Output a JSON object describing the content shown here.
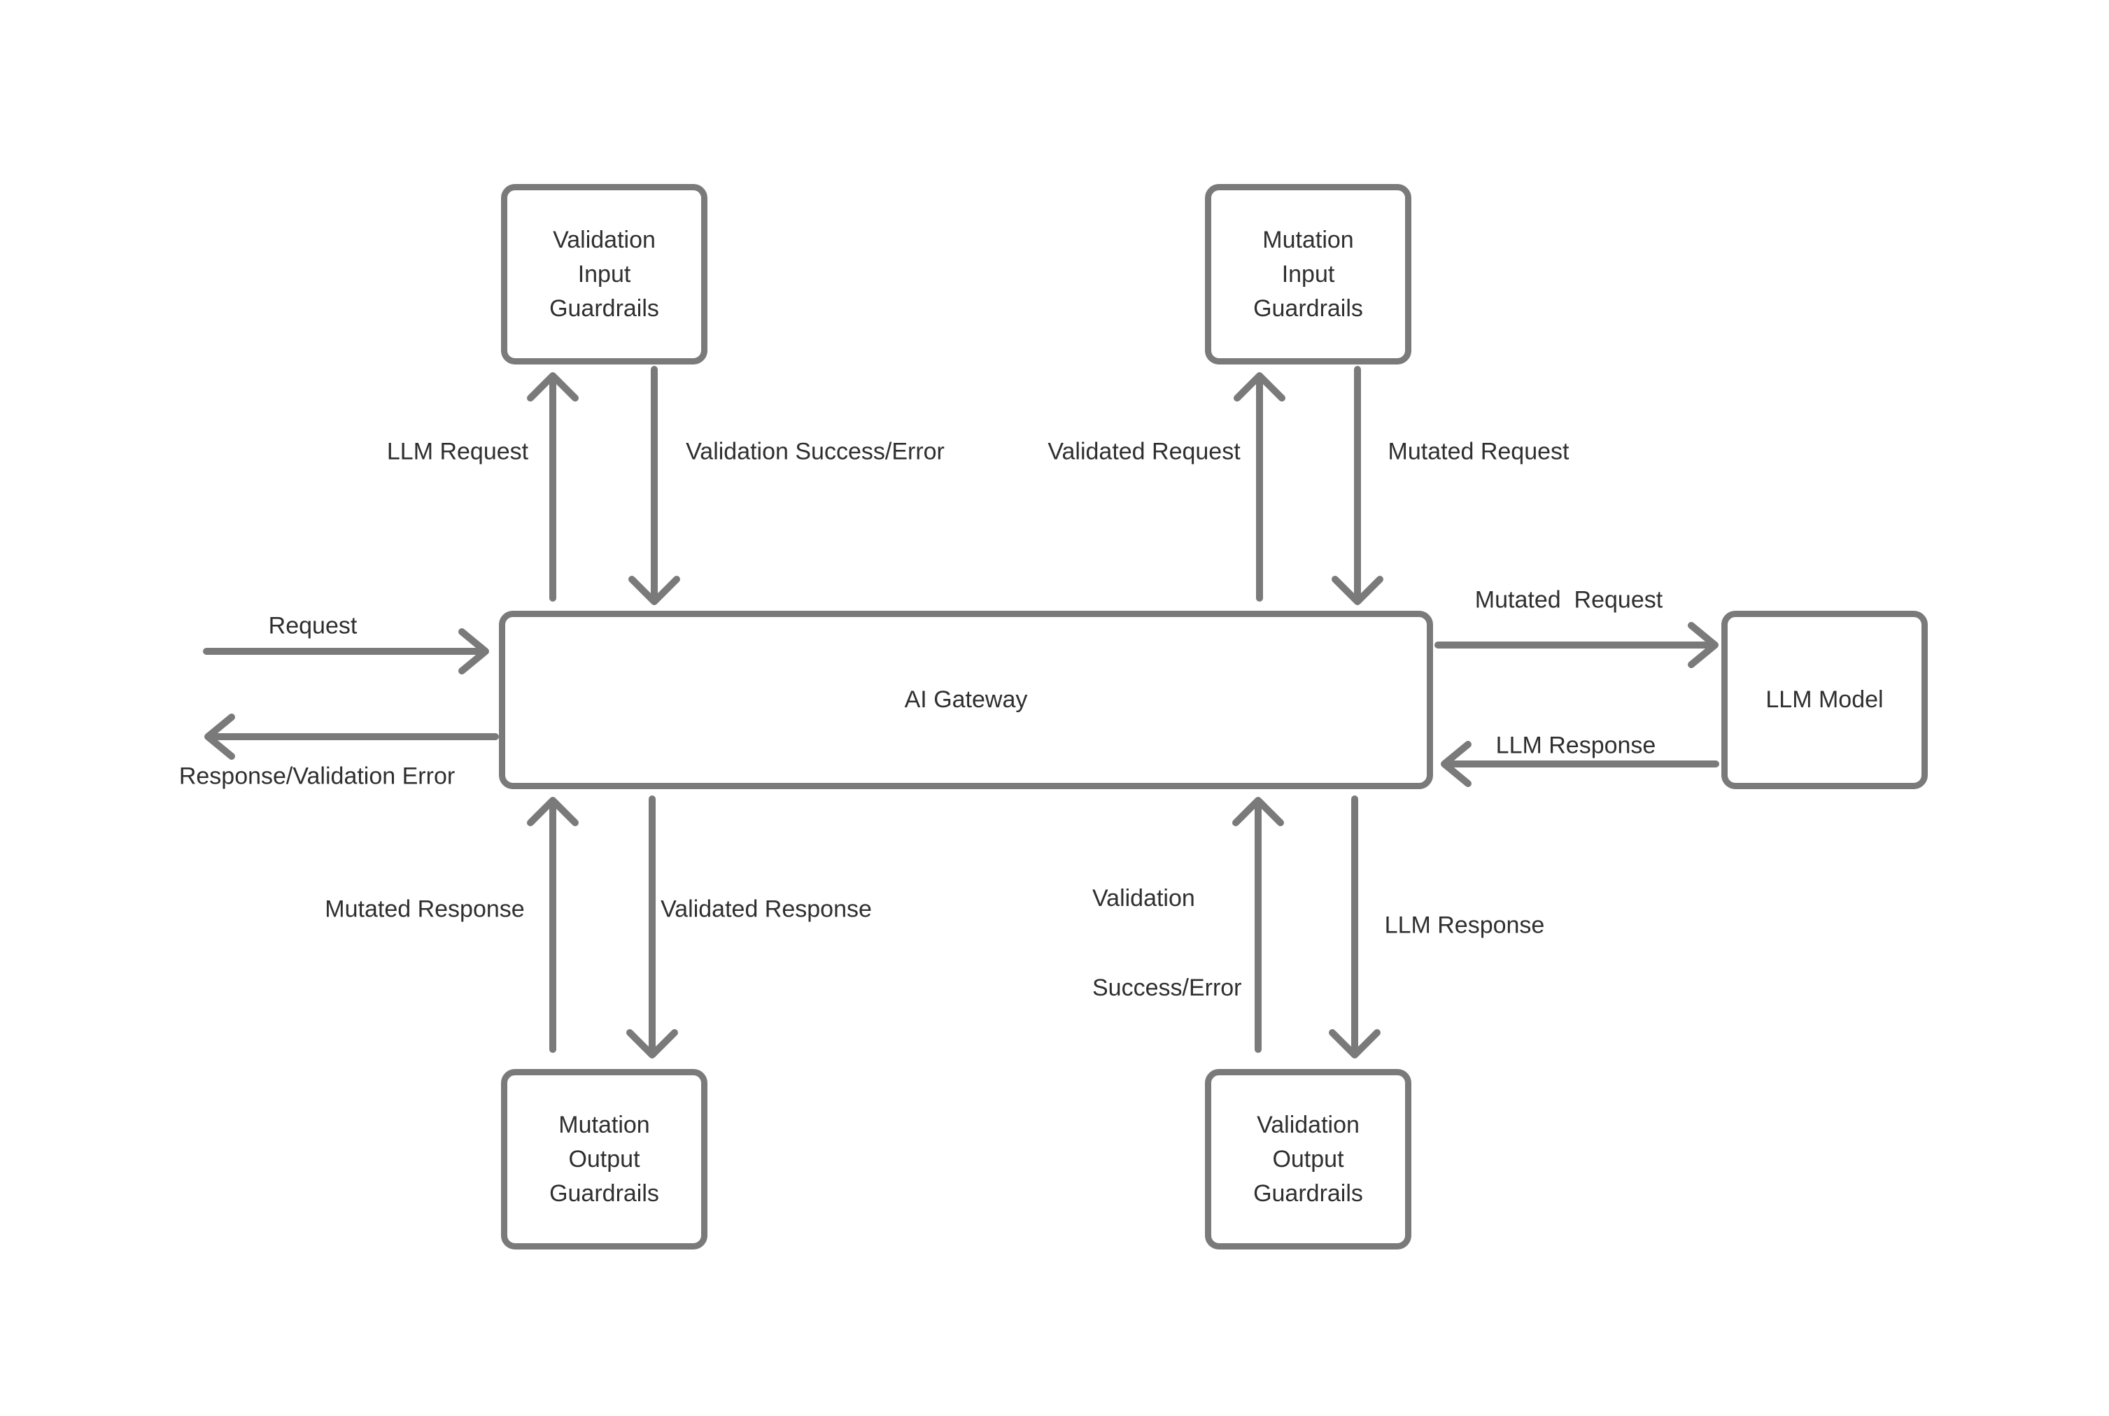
{
  "diagram": {
    "title": "AI Gateway guardrails flow",
    "colors": {
      "background": "#ffffff",
      "stroke": "#7a7a7a",
      "text": "#2f2f2f"
    },
    "nodes": {
      "validation_input": {
        "lines": [
          "Validation",
          "Input",
          "Guardrails"
        ]
      },
      "mutation_input": {
        "lines": [
          "Mutation",
          "Input",
          "Guardrails"
        ]
      },
      "ai_gateway": {
        "label": "AI Gateway"
      },
      "llm_model": {
        "label": "LLM Model"
      },
      "mutation_output": {
        "lines": [
          "Mutation",
          "Output",
          "Guardrails"
        ]
      },
      "validation_output": {
        "lines": [
          "Validation",
          "Output",
          "Guardrails"
        ]
      }
    },
    "edge_labels": {
      "request": "Request",
      "response_validation_error": "Response/Validation Error",
      "llm_request": "LLM Request",
      "validation_success_error_top": "Validation Success/Error",
      "validated_request": "Validated Request",
      "mutated_request_top": "Mutated Request",
      "mutated_request_right": "Mutated  Request",
      "llm_response_right": "LLM Response",
      "mutated_response": "Mutated Response",
      "validated_response": "Validated Response",
      "validation_success_error_bottom_line1": "Validation",
      "validation_success_error_bottom_line2": "Success/Error",
      "llm_response_bottom": "LLM Response"
    }
  }
}
